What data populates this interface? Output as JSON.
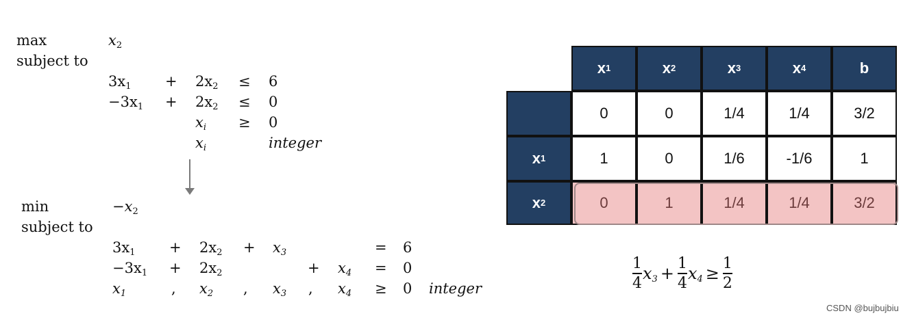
{
  "original_problem": {
    "max_label": "max",
    "subject_to_label": "subject to",
    "objective": "x",
    "objective_sub": "2",
    "c1": {
      "a": "3x",
      "a_sub": "1",
      "op": "+",
      "b": "2x",
      "b_sub": "2",
      "rel": "≤",
      "rhs": "6"
    },
    "c2": {
      "a": "−3x",
      "a_sub": "1",
      "op": "+",
      "b": "2x",
      "b_sub": "2",
      "rel": "≤",
      "rhs": "0"
    },
    "c3": {
      "var": "x",
      "var_sub": "i",
      "rel": "≥",
      "rhs": "0"
    },
    "c4": {
      "var": "x",
      "var_sub": "i",
      "word": "integer"
    }
  },
  "standard_form": {
    "min_label": "min",
    "subject_to_label": "subject to",
    "objective": "−x",
    "objective_sub": "2",
    "r1": {
      "a": "3x",
      "a_sub": "1",
      "op1": "+",
      "b": "2x",
      "b_sub": "2",
      "op2": "+",
      "c": "x",
      "c_sub": "3",
      "rel": "=",
      "rhs": "6"
    },
    "r2": {
      "a": "−3x",
      "a_sub": "1",
      "op1": "+",
      "b": "2x",
      "b_sub": "2",
      "op3": "+",
      "d": "x",
      "d_sub": "4",
      "rel": "=",
      "rhs": "0"
    },
    "r3": {
      "a": "x",
      "a_sub": "1",
      "comma": ",",
      "b": "x",
      "b_sub": "2",
      "c": "x",
      "c_sub": "3",
      "d": "x",
      "d_sub": "4",
      "rel": "≥",
      "rhs": "0",
      "word": "integer"
    }
  },
  "table": {
    "headers": [
      {
        "base": "x",
        "sub": "1"
      },
      {
        "base": "x",
        "sub": "2"
      },
      {
        "base": "x",
        "sub": "3"
      },
      {
        "base": "x",
        "sub": "4"
      },
      {
        "base": "b",
        "sub": ""
      }
    ],
    "rows": [
      {
        "label_base": "",
        "label_sub": "",
        "values": [
          "0",
          "0",
          "1/4",
          "1/4",
          "3/2"
        ],
        "highlight": false
      },
      {
        "label_base": "x",
        "label_sub": "1",
        "values": [
          "1",
          "0",
          "1/6",
          "-1/6",
          "1"
        ],
        "highlight": false
      },
      {
        "label_base": "x",
        "label_sub": "2",
        "values": [
          "0",
          "1",
          "1/4",
          "1/4",
          "3/2"
        ],
        "highlight": true
      }
    ],
    "header_color": "#233f62",
    "highlight_color": "#f3c4c4"
  },
  "cut": {
    "f1_num": "1",
    "f1_den": "4",
    "v1": "x",
    "v1_sub": "3",
    "plus": "+",
    "f2_num": "1",
    "f2_den": "4",
    "v2": "x",
    "v2_sub": "4",
    "rel": "≥",
    "f3_num": "1",
    "f3_den": "2"
  },
  "watermark": "CSDN @bujbujbiu"
}
